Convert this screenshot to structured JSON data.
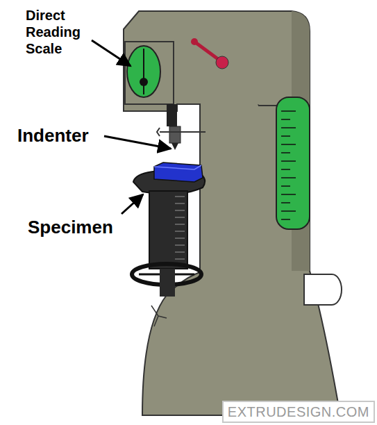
{
  "diagram": {
    "labels": [
      "Direct Reading Scale",
      "Indenter",
      "Specimen",
      "EXTRUDESIGN.COM"
    ]
  }
}
